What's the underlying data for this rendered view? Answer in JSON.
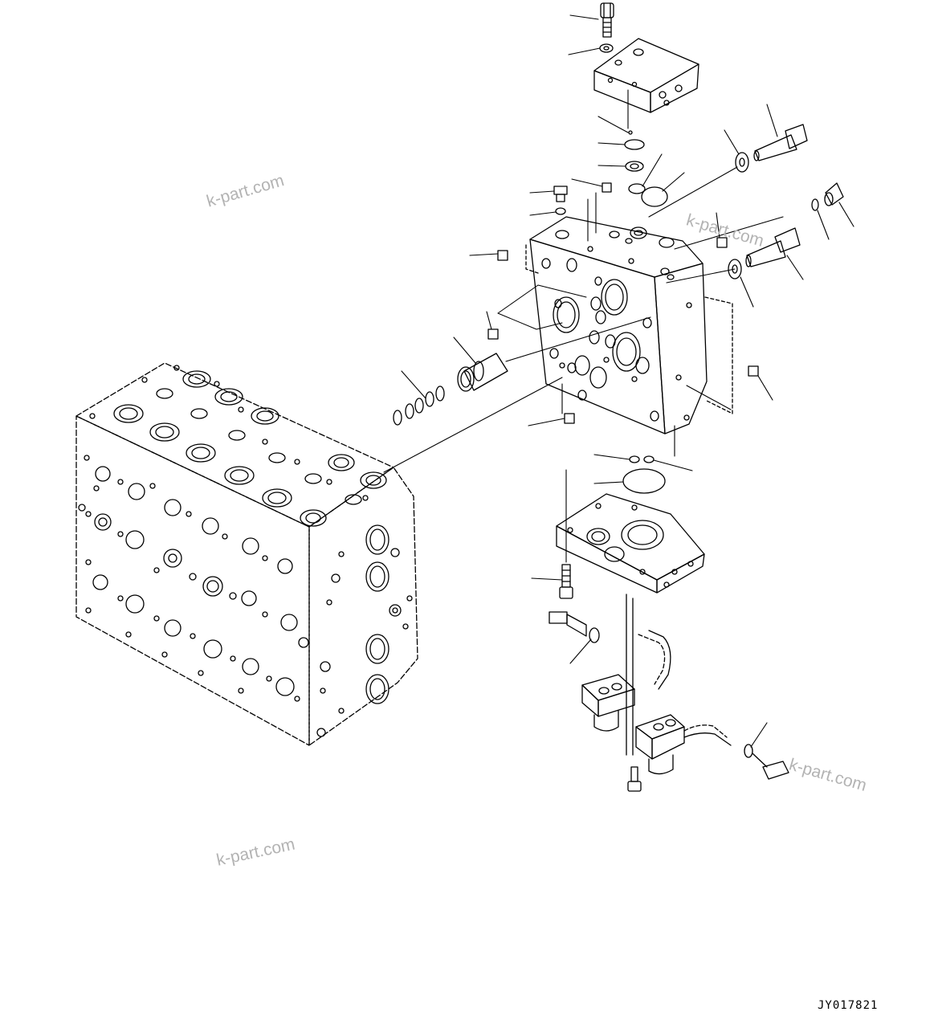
{
  "watermarks": [
    "k-part.com",
    "k-part.com",
    "k-part.com",
    "k-part.com"
  ],
  "figure_code": "JY017821",
  "colors": {
    "line": "#000000",
    "background": "#ffffff",
    "watermark": "#b3b3b3"
  }
}
